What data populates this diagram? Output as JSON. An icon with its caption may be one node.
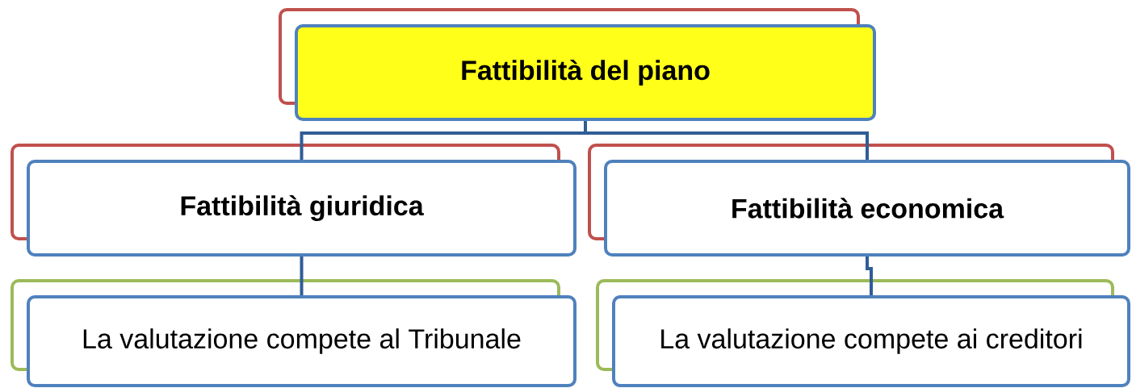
{
  "diagram": {
    "nodes": [
      {
        "text": [
          "Fattibilità del piano"
        ]
      },
      {
        "text": [
          "Fattibilità giuridica"
        ]
      },
      {
        "text": [
          "Fattibilità economica"
        ]
      },
      {
        "text": [
          "La valutazione compete al Tribunale"
        ]
      },
      {
        "text": [
          "La valutazione compete ai creditori"
        ]
      }
    ],
    "edges": [
      {
        "from": 0,
        "to": 1,
        "arrow": "none"
      },
      {
        "from": 0,
        "to": 2,
        "arrow": "none"
      },
      {
        "from": 1,
        "to": 3,
        "arrow": "none"
      },
      {
        "from": 2,
        "to": 4,
        "arrow": "none"
      }
    ]
  }
}
